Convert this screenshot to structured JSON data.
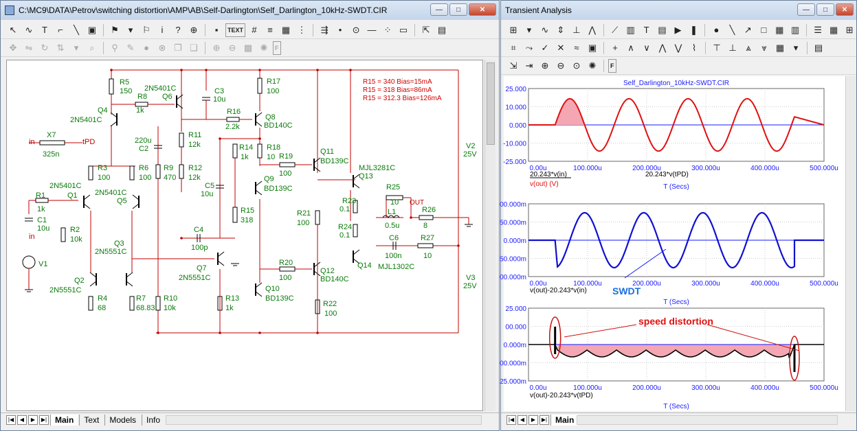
{
  "schematic_window": {
    "title": "C:\\MC9\\DATA\\Petrov\\switching distortion\\AMP\\AB\\Self-Darlington\\Self_Darlington_10kHz-SWDT.CIR",
    "tabs": [
      "Main",
      "Text",
      "Models",
      "Info"
    ],
    "toolbar1": [
      "pointer-icon",
      "wire-icon",
      "text-icon",
      "wire-bend-icon",
      "line-icon",
      "component-icon",
      "flag-icon",
      "dropdown-icon",
      "node-flag-icon",
      "info-icon",
      "help-icon",
      "probe-icon",
      "pin-icon",
      "TEXT",
      "node-numbers-icon",
      "pin-names-icon",
      "grid-icon",
      "attr-icon",
      "bus-icon",
      "node-icon",
      "on-icon",
      "dash-line-icon",
      "dots-grid-icon",
      "box-icon",
      "pointer-select-icon",
      "properties-icon"
    ],
    "toolbar2": [
      "align-icon",
      "mirror-icon",
      "rotate-icon",
      "flip-icon",
      "dropdown-icon",
      "find-icon",
      "binoculars-icon",
      "edit-icon",
      "stop-icon",
      "cancel-icon",
      "copy-icon",
      "paste-icon",
      "zoom-in-icon",
      "zoom-out-icon",
      "calc-icon",
      "gear-icon",
      "F"
    ]
  },
  "schematic": {
    "annotation": [
      "R15 = 340 Bias=15mA",
      "R15 = 318 Bias=86mA",
      "R15 = 312.3 Bias=126mA"
    ],
    "labels": {
      "R5": "R5",
      "R5v": "150",
      "R8": "R8",
      "R8v": "1k",
      "Q6": "Q6",
      "Q6m": "2N5401C",
      "Q4": "Q4",
      "Q4m": "2N5401C",
      "C3": "C3",
      "C3v": "10u",
      "R17": "R17",
      "R17v": "100",
      "R16": "R16",
      "R16v": "2.2k",
      "Q8": "Q8",
      "Q8m": "BD140C",
      "X7": "X7",
      "X7v": "325n",
      "in": "in",
      "tPD": "tPD",
      "C2v": "220u",
      "C2": "C2",
      "R11": "R11",
      "R11v": "12k",
      "R14": "R14",
      "R14v": "1k",
      "R18": "R18",
      "R18v": "10",
      "R19": "R19",
      "R19v": "100",
      "Q11": "Q11",
      "Q11m": "BD139C",
      "Q13m": "MJL3281C",
      "Q13": "Q13",
      "R3": "R3",
      "R3v": "100",
      "R6": "R6",
      "R6v": "100",
      "R9": "R9",
      "R9v": "470",
      "R12": "R12",
      "R12v": "12k",
      "C5": "C5",
      "C5v": "10u",
      "Q9": "Q9",
      "Q9m": "BD139C",
      "R25": "R25",
      "R25v": "10",
      "OUT": "OUT",
      "R23": "R23",
      "R23v": "0.1",
      "Q1m": "2N5401C",
      "Q1": "Q1",
      "Q5m": "2N5401C",
      "Q5": "Q5",
      "R1": "R1",
      "R1v": "1k",
      "R15": "R15",
      "R15v": "318",
      "L1": "L1",
      "L1v": "0.5u",
      "R26": "R26",
      "R26v": "8",
      "R21": "R21",
      "R21v": "100",
      "R24": "R24",
      "R24v": "0.1",
      "C1": "C1",
      "C1v": "10u",
      "R2": "R2",
      "R2v": "10k",
      "C4": "C4",
      "C4v": "100p",
      "C6": "C6",
      "C6v": "100n",
      "R27": "R27",
      "R27v": "10",
      "Q3": "Q3",
      "Q3m": "2N5551C",
      "MJL1302C": "MJL1302C",
      "Q7": "Q7",
      "Q7m": "2N5551C",
      "R20": "R20",
      "R20v": "100",
      "Q12": "Q12",
      "Q12m": "BD140C",
      "Q14": "Q14",
      "V1": "V1",
      "Q2": "Q2",
      "Q2m": "2N5551C",
      "R4": "R4",
      "R4v": "68",
      "R7": "R7",
      "R7v": "68.83",
      "R10": "R10",
      "R10v": "10k",
      "R13": "R13",
      "R13v": "1k",
      "Q10": "Q10",
      "Q10m": "BD139C",
      "R22": "R22",
      "R22v": "100",
      "V2": "V2",
      "V2v": "25V",
      "V3": "V3",
      "V3v": "25V"
    }
  },
  "analysis_window": {
    "title": "Transient Analysis",
    "tabs": [
      "Main"
    ],
    "toolbar1": [
      "scope-icon",
      "dropdown-icon",
      "wave-icon",
      "normalize-icon",
      "axis-icon",
      "peak-icon",
      "slope-icon",
      "hist-icon",
      "text-icon",
      "properties-icon",
      "run-icon",
      "pause-icon",
      "stop-icon",
      "line-icon",
      "arrow-line-icon",
      "maximize-icon",
      "grid-icon",
      "bars-icon",
      "list-icon",
      "cols-icon",
      "table-icon"
    ],
    "toolbar2": [
      "shape-icon",
      "curve-icon",
      "mark-icon",
      "mark2-icon",
      "wave2-icon",
      "image-icon",
      "cursor-icon",
      "peak2-icon",
      "valley-icon",
      "high-icon",
      "low-icon",
      "inflect-icon",
      "top-icon",
      "bottom-icon",
      "global-high-icon",
      "global-low-icon",
      "pack-icon",
      "dropdown-icon",
      "data-icon"
    ],
    "toolbar3": [
      "cursor-mode-icon",
      "snap-icon",
      "zoom-in-icon",
      "zoom-out-icon",
      "zoom-fit-icon",
      "gear-icon",
      "F"
    ]
  },
  "plots": {
    "title": "Self_Darlington_10kHz-SWDT.CIR",
    "xticks": [
      "0.00u",
      "100.000u",
      "200.000u",
      "300.000u",
      "400.000u",
      "500.000u"
    ],
    "xlabel": "T (Secs)",
    "plot1_yticks": [
      "25.000",
      "10.000",
      "0.000",
      "-10.000",
      "-25.000"
    ],
    "plot1_legend1": "20.243*v(in)",
    "plot1_legend2": "20.243*v(tPD)",
    "plot1_legend3": "v(out) (V)",
    "plot2_yticks": [
      "00.000m",
      "50.000m",
      "0.000m",
      "50.000m",
      "00.000m"
    ],
    "plot2_legend": "v(out)-20.243*v(in)",
    "plot2_annotation": "SWDT",
    "plot3_yticks": [
      "25.000",
      "00.000",
      "0.000m",
      "00.000m",
      "25.000m"
    ],
    "plot3_legend": "v(out)-20.243*v(tPD)",
    "plot3_annotation": "speed distortion"
  },
  "chart_data": [
    {
      "type": "line",
      "title": "Self_Darlington_10kHz-SWDT.CIR",
      "xlabel": "T (Secs)",
      "xlim": [
        0,
        500
      ],
      "ylim": [
        -25,
        25
      ],
      "series": [
        {
          "name": "v(out) (V)",
          "shape": "sine",
          "start": 45,
          "end": 450,
          "amplitude": 18,
          "period": 100
        }
      ]
    },
    {
      "type": "line",
      "xlabel": "T (Secs)",
      "xlim": [
        0,
        500
      ],
      "series": [
        {
          "name": "v(out)-20.243*v(in)",
          "shape": "sine",
          "start": 45,
          "end": 450,
          "amplitude": 0.8,
          "period": 100
        }
      ]
    },
    {
      "type": "line",
      "xlabel": "T (Secs)",
      "xlim": [
        0,
        500
      ],
      "series": [
        {
          "name": "v(out)-20.243*v(tPD)",
          "shape": "ripple",
          "start": 45,
          "end": 450
        }
      ]
    }
  ]
}
